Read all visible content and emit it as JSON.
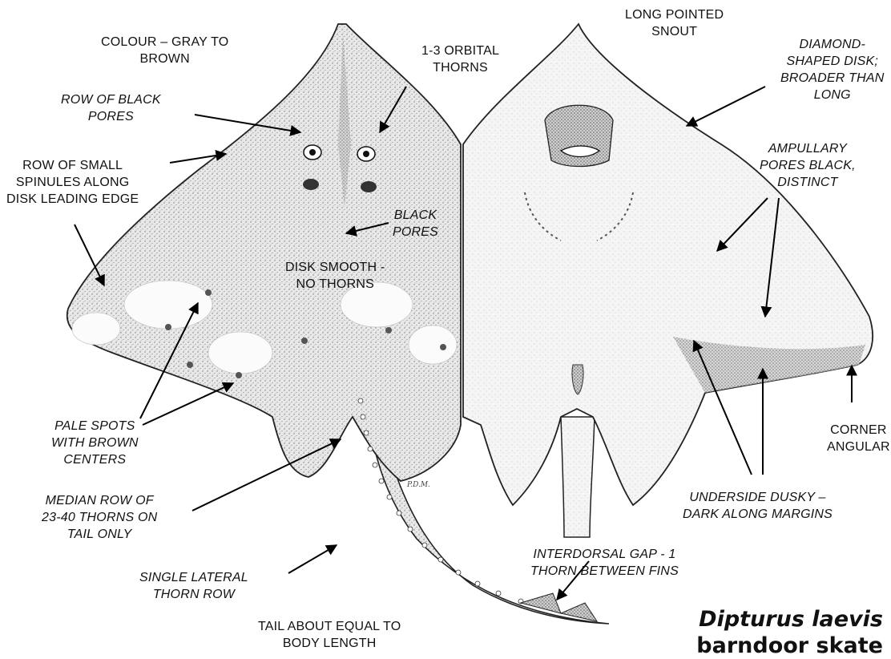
{
  "labels": {
    "colour": [
      "COLOUR – GRAY TO",
      "BROWN"
    ],
    "orbital": [
      "1-3 ORBITAL",
      "THORNS"
    ],
    "snout": [
      "LONG POINTED",
      "SNOUT"
    ],
    "diamond": [
      "DIAMOND-",
      "SHAPED DISK;",
      "BROADER THAN",
      "LONG"
    ],
    "black_pores_row": [
      "ROW OF BLACK",
      "PORES"
    ],
    "spinules": [
      "ROW OF SMALL",
      "SPINULES ALONG",
      "DISK LEADING EDGE"
    ],
    "black_pores": [
      "BLACK",
      "PORES"
    ],
    "ampullary": [
      "AMPULLARY",
      "PORES BLACK,",
      "DISTINCT"
    ],
    "disk_smooth": [
      "DISK SMOOTH -",
      "NO THORNS"
    ],
    "pale_spots": [
      "PALE SPOTS",
      "WITH BROWN",
      "CENTERS"
    ],
    "corner": [
      "CORNER",
      "ANGULAR"
    ],
    "median_row": [
      "MEDIAN ROW OF",
      "23-40 THORNS ON",
      "TAIL ONLY"
    ],
    "underside": [
      "UNDERSIDE DUSKY –",
      "DARK ALONG MARGINS"
    ],
    "interdorsal": [
      "INTERDORSAL GAP - 1",
      "THORN BETWEEN FINS"
    ],
    "lateral": [
      "SINGLE LATERAL",
      "THORN ROW"
    ],
    "tail": [
      "TAIL ABOUT EQUAL TO",
      "BODY LENGTH"
    ]
  },
  "species": {
    "scientific_name": "Dipturus laevis",
    "common_name": "barndoor skate"
  },
  "artist_signature": "P.D.M."
}
